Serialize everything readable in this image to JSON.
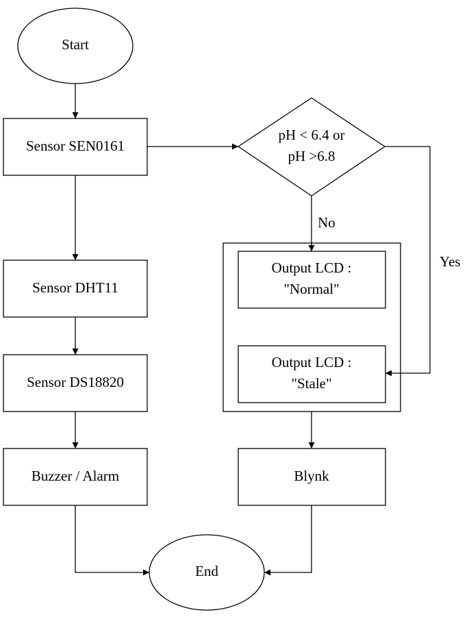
{
  "nodes": {
    "start": "Start",
    "sen0161": "Sensor SEN0161",
    "dht11": "Sensor DHT11",
    "ds18820": "Sensor DS18820",
    "buzzer": "Buzzer / Alarm",
    "decision_line1": "pH < 6.4 or",
    "decision_line2": "pH >6.8",
    "normal_line1": "Output LCD :",
    "normal_line2": "\"Normal\"",
    "stale_line1": "Output LCD :",
    "stale_line2": "\"Stale\"",
    "blynk": "Blynk",
    "end": "End"
  },
  "edges": {
    "no": "No",
    "yes": "Yes"
  }
}
